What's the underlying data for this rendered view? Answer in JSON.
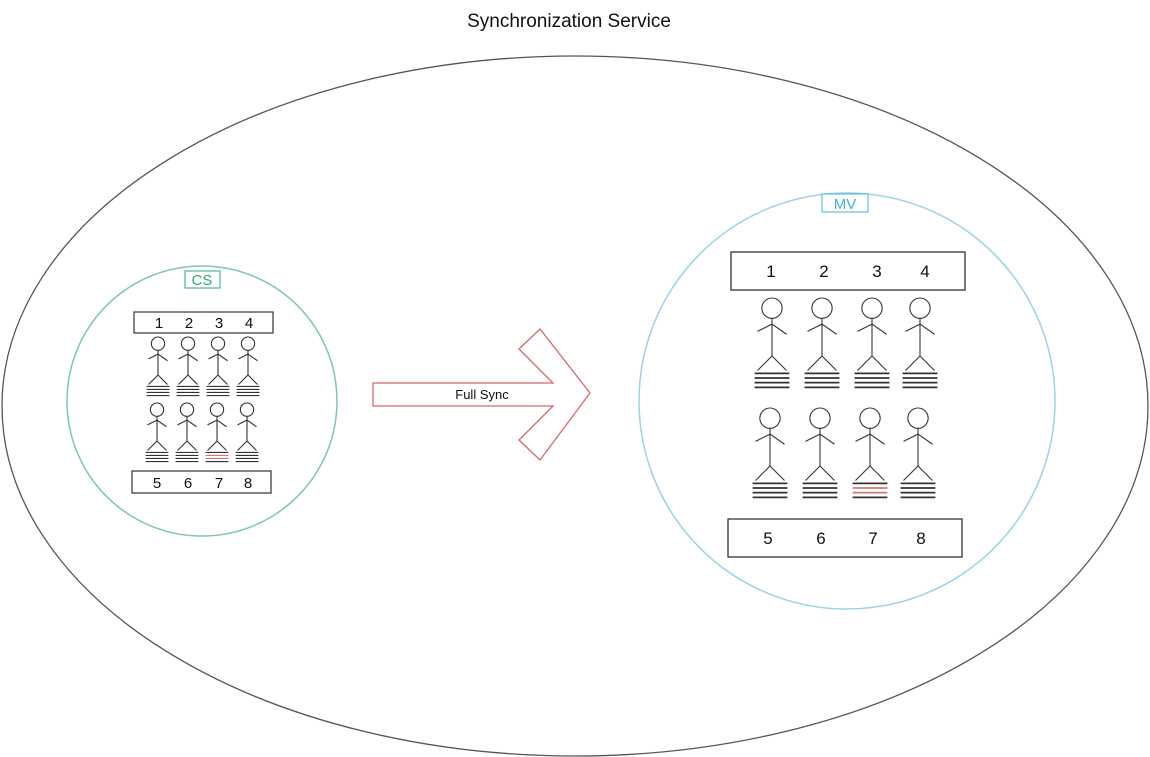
{
  "title": "Synchronization Service",
  "cs": {
    "label": "CS",
    "top_numbers": [
      "1",
      "2",
      "3",
      "4"
    ],
    "bottom_numbers": [
      "5",
      "6",
      "7",
      "8"
    ],
    "highlighted": "7"
  },
  "mv": {
    "label": "MV",
    "top_numbers": [
      "1",
      "2",
      "3",
      "4"
    ],
    "bottom_numbers": [
      "5",
      "6",
      "7",
      "8"
    ],
    "highlighted": "7"
  },
  "arrow": {
    "label": "Full Sync"
  },
  "colors": {
    "outer_ellipse": "#555555",
    "cs_circle": "#7ec8a8",
    "cs_label": "#2eaa74",
    "mv_circle": "#9ad4e2",
    "mv_label": "#3fb4d6",
    "arrow_stroke": "#d9676a",
    "highlight_line": "#d07878",
    "ink": "#333333"
  }
}
